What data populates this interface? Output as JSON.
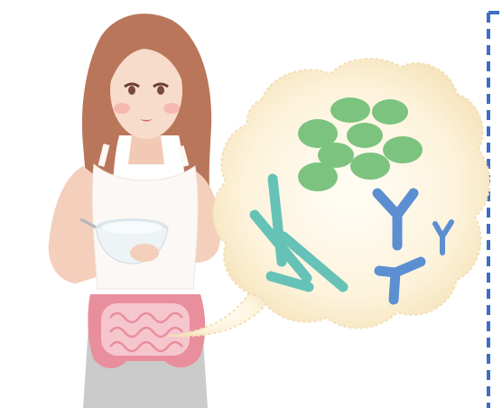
{
  "scene": {
    "subject": "woman-eating-with-gut-microbiome-thought-bubble",
    "icons": [
      "woman-illustration",
      "intestine-icon",
      "bowl-icon",
      "spoon-icon",
      "thought-bubble",
      "green-bacteria-cluster",
      "teal-rod-bacteria",
      "blue-y-antibodies",
      "dashed-divider"
    ],
    "colors": {
      "hair": "#b9765a",
      "skin": "#f6d8c8",
      "top": "#fbf8f5",
      "pants": "#c9c9c9",
      "intestine": "#e98e9c",
      "intestine_inner": "#f6c6cf",
      "bubble_fill": "#fdf3dc",
      "bubble_edge": "#f2dfb5",
      "bacteria_green": "#7cc37f",
      "bacteria_teal": "#66c2b7",
      "antibody_blue": "#5b8fd2",
      "divider": "#3b6fc6"
    }
  }
}
